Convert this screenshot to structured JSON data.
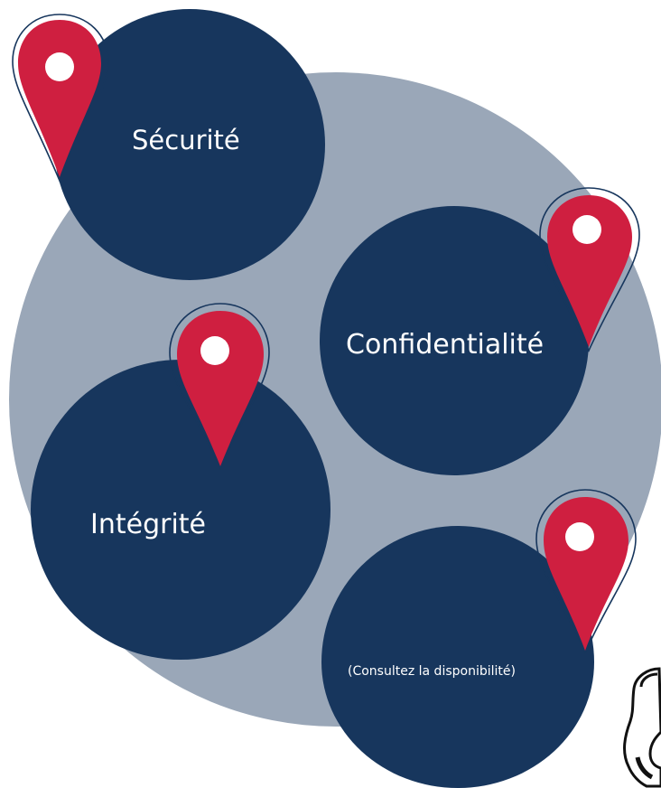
{
  "diagram": {
    "nodes": [
      {
        "id": "securite",
        "label": "Sécurité"
      },
      {
        "id": "confidentialite",
        "label": "Confidentialité"
      },
      {
        "id": "integrite",
        "label": "Intégrité"
      },
      {
        "id": "disponibilite",
        "label": "(Consultez la disponibilité)"
      }
    ],
    "icons": [
      "location-pin-icon",
      "phone-handset-icon"
    ]
  },
  "colors": {
    "background_circle": "#9aa7b8",
    "node_fill": "#17365d",
    "pin_fill": "#cf1f40",
    "pin_hole": "#ffffff",
    "text": "#ffffff"
  }
}
